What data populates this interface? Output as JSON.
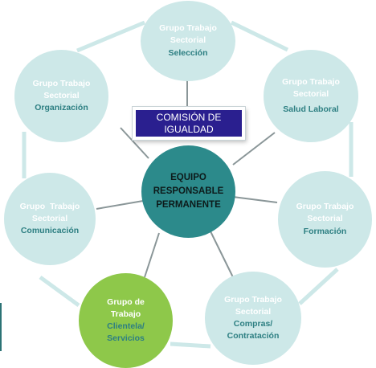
{
  "colors": {
    "satellite_fill": "#cde8e8",
    "satellite_text_light": "#ffffff",
    "satellite_text_accent": "#2d7f82",
    "center_fill": "#2c8a8b",
    "highlight_fill": "#8ec84a",
    "comision_fill": "#2a1f8f",
    "connector": "#cde8e8",
    "spoke": "#8a9698"
  },
  "comision": {
    "line1": "COMISIÓN DE",
    "line2": "IGUALDAD"
  },
  "center": {
    "line1": "EQUIPO",
    "line2": "RESPONSABLE",
    "line3": "PERMANENTE"
  },
  "nodes": {
    "seleccion": {
      "line1": "Grupo Trabajo",
      "line2": "Sectorial",
      "line3": "Selección"
    },
    "salud": {
      "line1": "Grupo Trabajo",
      "line2": "Sectorial",
      "line3": "Salud Laboral"
    },
    "formacion": {
      "line1": "Grupo Trabajo",
      "line2": "Sectorial",
      "line3": "Formación"
    },
    "compras": {
      "line1": "Grupo Trabajo",
      "line2": "Sectorial",
      "line3": "Compras/",
      "line4": "Contratación"
    },
    "clientela": {
      "line1": "Grupo de",
      "line2": "Trabajo",
      "line3": "Clientela/",
      "line4": "Servicios"
    },
    "comunicacion": {
      "line1": "Grupo  Trabajo",
      "line2": "Sectorial",
      "line3": "Comunicación"
    },
    "organizacion": {
      "line1": "Grupo Trabajo",
      "line2": "Sectorial",
      "line3": "Organización"
    }
  }
}
